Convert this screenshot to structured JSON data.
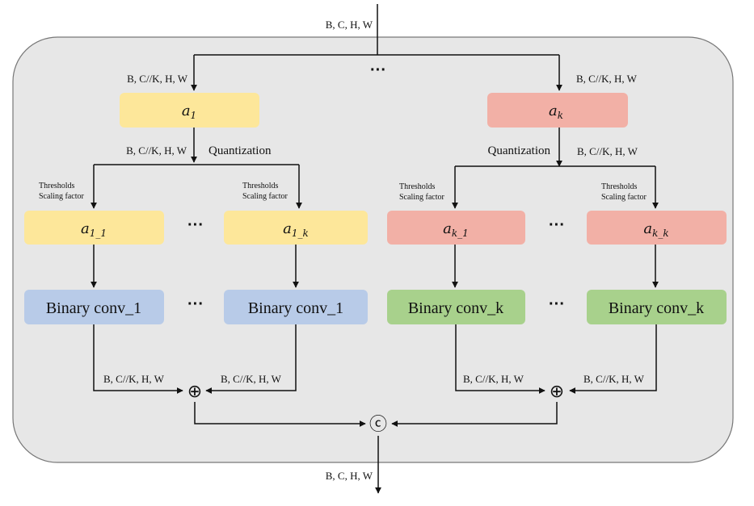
{
  "colors": {
    "panel": "#e7e7e7",
    "yellow": "#fde79a",
    "red": "#f2b0a6",
    "blue": "#b8cbe8",
    "green": "#a8d18c"
  },
  "input": {
    "shape": "B, C, H, W"
  },
  "output": {
    "shape": "B, C, H, W"
  },
  "top_dots": "···",
  "left_branch": {
    "split_shape": "B, C//K, H, W",
    "gate": {
      "base": "a",
      "sub": "1"
    },
    "post_shape": "B, C//K, H, W",
    "quant_label": "Quantization",
    "thresholds_left": {
      "line1": "Thresholds",
      "line2": "Scaling factor"
    },
    "thresholds_right": {
      "line1": "Thresholds",
      "line2": "Scaling factor"
    },
    "q1": {
      "base": "a",
      "sub": "1_1"
    },
    "q2": {
      "base": "a",
      "sub": "1_k"
    },
    "q_dots": "···",
    "conv1": "Binary conv_1",
    "conv2": "Binary conv_1",
    "conv_dots": "···",
    "sum_shape_left": "B, C//K, H, W",
    "sum_shape_right": "B, C//K, H, W",
    "sum_symbol": "⊕"
  },
  "right_branch": {
    "split_shape": "B, C//K, H, W",
    "gate": {
      "base": "a",
      "sub": "k"
    },
    "post_shape": "B, C//K, H, W",
    "quant_label": "Quantization",
    "thresholds_left": {
      "line1": "Thresholds",
      "line2": "Scaling factor"
    },
    "thresholds_right": {
      "line1": "Thresholds",
      "line2": "Scaling factor"
    },
    "q1": {
      "base": "a",
      "sub": "k_1"
    },
    "q2": {
      "base": "a",
      "sub": "k_k"
    },
    "q_dots": "···",
    "conv1": "Binary conv_k",
    "conv2": "Binary conv_k",
    "conv_dots": "···",
    "sum_shape_left": "B, C//K, H, W",
    "sum_shape_right": "B, C//K, H, W",
    "sum_symbol": "⊕"
  },
  "concat_symbol": "ⓒ"
}
